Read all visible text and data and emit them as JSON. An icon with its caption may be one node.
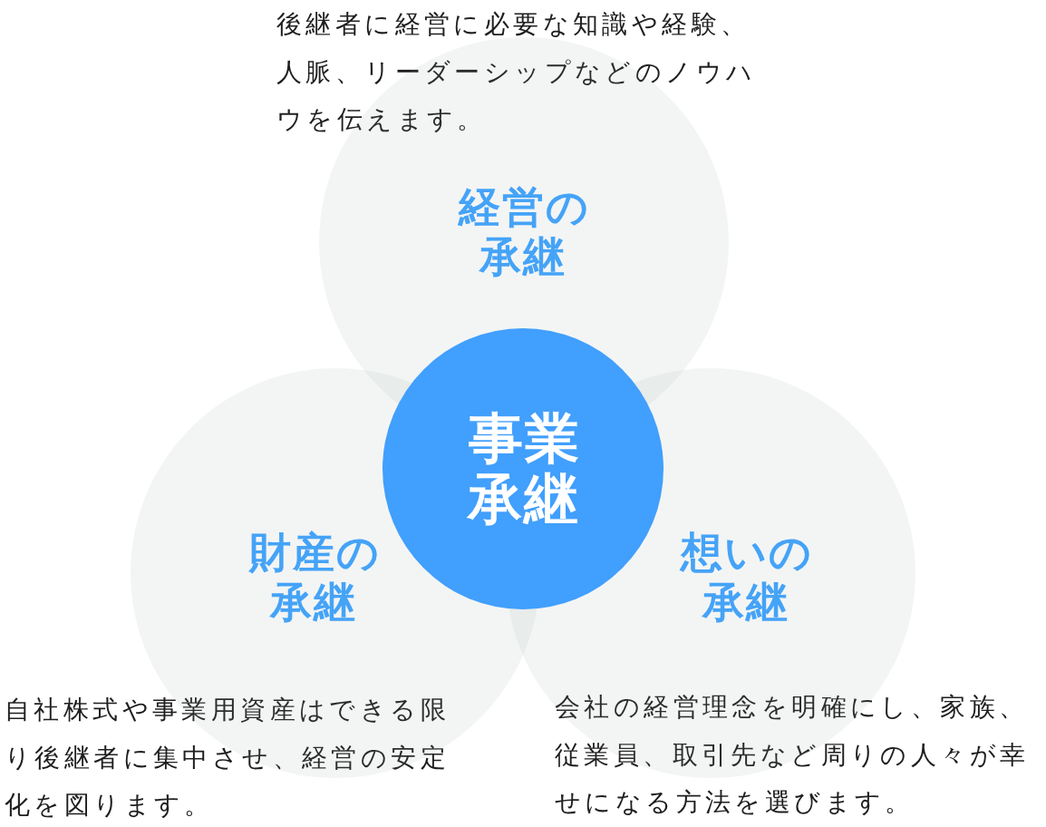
{
  "diagram": {
    "nodes": [
      {
        "text": [
          "後継者に経営に必要な知識や経験、人脈、リーダーシップなどのノウハウを伝えます。",
          "経営の承継"
        ]
      },
      {
        "text": [
          "事業承継"
        ]
      },
      {
        "text": [
          "財産の承継",
          "自社株式や事業用資産はできる限り後継者に集中させ、経営の安定化を図ります。"
        ]
      },
      {
        "text": [
          "想いの承継",
          "会社の経営理念を明確にし、家族、従業員、取引先など周りの人々が幸せになる方法を選びます。"
        ]
      }
    ]
  }
}
